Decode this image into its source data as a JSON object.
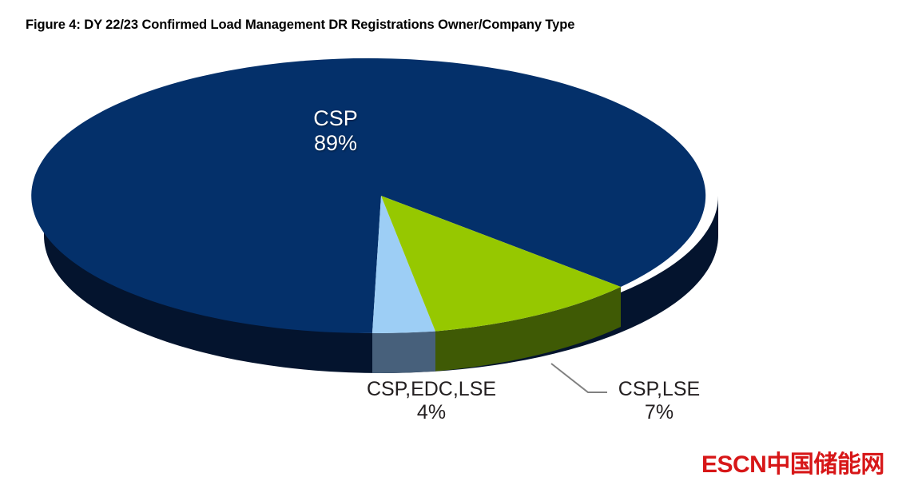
{
  "title": "Figure 4:  DY 22/23 Confirmed Load Management DR Registrations Owner/Company Type",
  "watermark": "ESCN中国储能网",
  "colors": {
    "csp_top": "#04306A",
    "csp_side": "#04142E",
    "csp_edc_lse_top": "#9DCEF5",
    "csp_edc_lse_side": "#47607B",
    "csp_lse_top": "#96C800",
    "csp_lse_side": "#3F5A05",
    "background": "#FFFFFF",
    "title_text": "#000000",
    "label_text_dark": "#231F20",
    "label_text_light": "#FFFFFF",
    "watermark_red": "#D71718",
    "leader_line": "#808080"
  },
  "labels": {
    "csp": {
      "name": "CSP",
      "pct": "89%"
    },
    "csp_edc_lse": {
      "name": "CSP,EDC,LSE",
      "pct": "4%"
    },
    "csp_lse": {
      "name": "CSP,LSE",
      "pct": "7%"
    }
  },
  "chart_data": {
    "type": "pie",
    "title": "Figure 4:  DY 22/23 Confirmed Load Management DR Registrations Owner/Company Type",
    "three_d": true,
    "labels_position": "inside-and-outside",
    "legend": "none",
    "grid": false,
    "categories": [
      "CSP",
      "CSP,LSE",
      "CSP,EDC,LSE"
    ],
    "values": [
      89,
      7,
      4
    ],
    "value_unit": "percent",
    "slices": [
      {
        "label": "CSP",
        "value": 89,
        "display": "89%",
        "color": "#04306A",
        "side_color": "#04142E",
        "label_placement": "inside",
        "label_color": "#FFFFFF"
      },
      {
        "label": "CSP,LSE",
        "value": 7,
        "display": "7%",
        "color": "#96C800",
        "side_color": "#3F5A05",
        "label_placement": "outside",
        "label_color": "#231F20",
        "leader_line": true
      },
      {
        "label": "CSP,EDC,LSE",
        "value": 4,
        "display": "4%",
        "color": "#9DCEF5",
        "side_color": "#47607B",
        "label_placement": "outside",
        "label_color": "#231F20",
        "leader_line": false
      }
    ]
  }
}
